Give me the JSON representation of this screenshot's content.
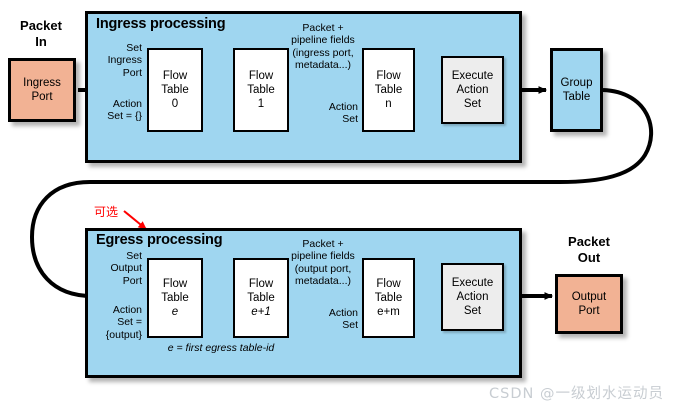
{
  "diagram": {
    "title": "OpenFlow packet processing pipeline",
    "colors": {
      "panel_fill": "#9FD6F0",
      "port_fill": "#F2B294",
      "exec_fill": "#EDEDED",
      "table_fill": "#FFFFFF",
      "stroke": "#000000",
      "annotation_red": "#FF0000",
      "watermark": "#C8CDD2"
    }
  },
  "packet_in": {
    "heading": "Packet\nIn",
    "port_label": "Ingress\nPort"
  },
  "packet_out": {
    "heading": "Packet\nOut",
    "port_label": "Output\nPort"
  },
  "ingress": {
    "title": "Ingress processing",
    "entry_note_top": "Set\nIngress\nPort",
    "entry_note_bottom": "Action\nSet = {}",
    "mid_note_top": "Packet +\npipeline fields\n(ingress port,\nmetadata...)",
    "mid_note_bottom": "Action\nSet",
    "tables": [
      {
        "name": "Flow\nTable",
        "index": "0",
        "italic": false
      },
      {
        "name": "Flow\nTable",
        "index": "1",
        "italic": false
      },
      {
        "name": "Flow\nTable",
        "index": "n",
        "italic": false
      }
    ],
    "execute": "Execute\nAction\nSet"
  },
  "group_table": {
    "label": "Group\nTable"
  },
  "egress": {
    "title": "Egress processing",
    "optional_annotation": "可选",
    "entry_note_top": "Set\nOutput\nPort",
    "entry_note_bottom": "Action\nSet =\n{output}",
    "mid_note_top": "Packet +\npipeline fields\n(output port,\nmetadata...)",
    "mid_note_bottom": "Action\nSet",
    "footnote": "e = first egress table-id",
    "tables": [
      {
        "name": "Flow\nTable",
        "index": "e",
        "italic": true
      },
      {
        "name": "Flow\nTable",
        "index": "e+1",
        "italic": true
      },
      {
        "name": "Flow\nTable",
        "index": "e+m",
        "italic": false
      }
    ],
    "execute": "Execute\nAction\nSet"
  },
  "watermark": {
    "text": "CSDN @一级划水运动员"
  }
}
